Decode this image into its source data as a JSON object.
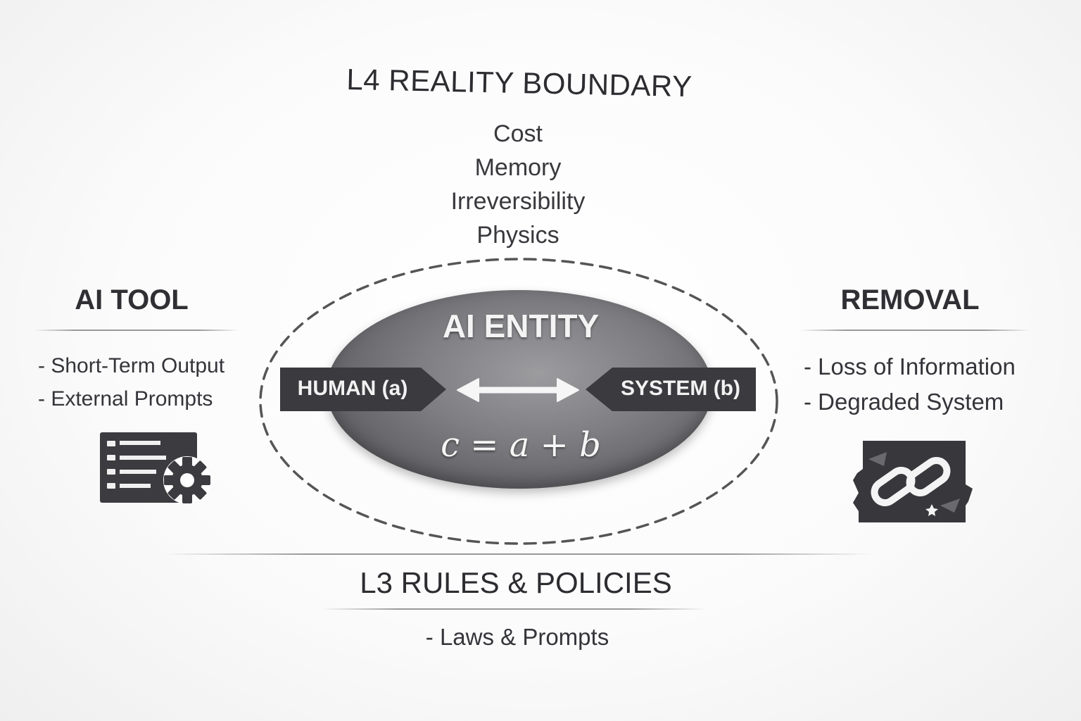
{
  "l4": {
    "title": "L4 REALITY BOUNDARY",
    "items": [
      "Cost",
      "Memory",
      "Irreversibility",
      "Physics"
    ]
  },
  "ai_tool": {
    "title": "AI TOOL",
    "items": [
      "- Short-Term Output",
      "- External Prompts"
    ],
    "icon": "list-with-gear-icon"
  },
  "removal": {
    "title": "REMOVAL",
    "items": [
      "-  Loss of Information",
      "-  Degraded System"
    ],
    "icon": "broken-link-icon"
  },
  "entity": {
    "title": "AI ENTITY",
    "human_label": "HUMAN (a)",
    "system_label": "SYSTEM (b)",
    "formula": "c = a + b",
    "arrow_icon": "double-arrow-icon"
  },
  "l3": {
    "title": "L3 RULES & POLICIES",
    "items": [
      "- Laws & Prompts"
    ]
  },
  "colors": {
    "text": "#2e2e33",
    "tag_fill": "#3a3a3f",
    "ellipse_fill": "#7f7f83",
    "dashed_ring": "#555555"
  }
}
